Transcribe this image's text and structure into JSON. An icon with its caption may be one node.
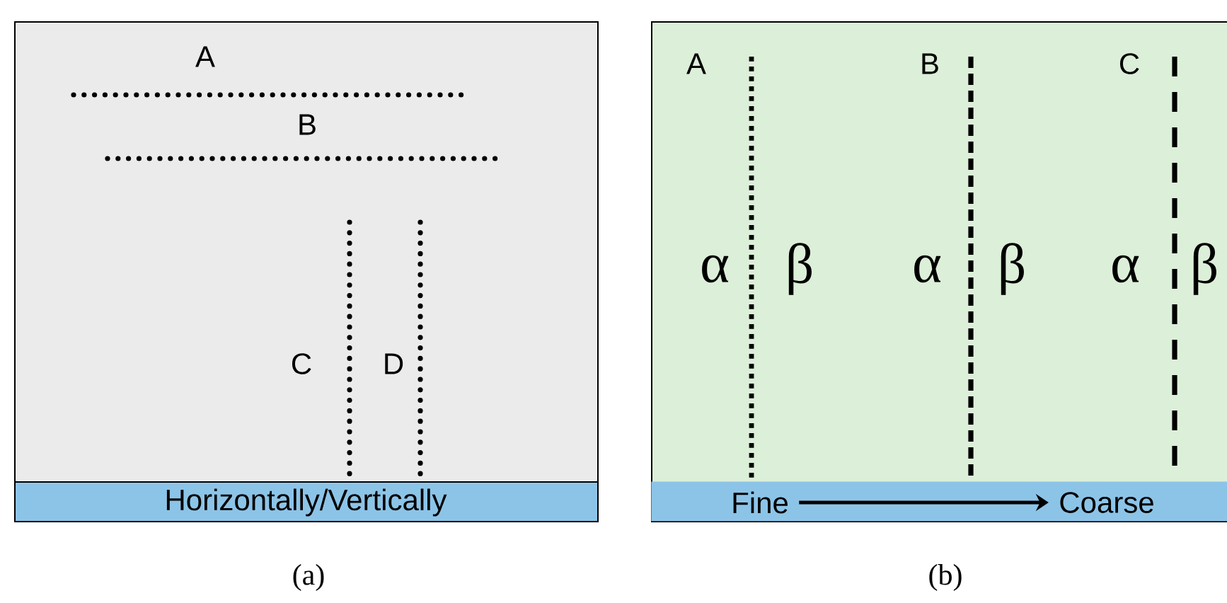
{
  "diagram": {
    "nodes": [
      {
        "text": [
          "A",
          "B",
          "C",
          "D"
        ]
      },
      {
        "text": [
          "Horizontally/Vertically"
        ],
        "in": 0
      },
      {
        "text": [
          "A",
          "B",
          "C",
          "α",
          "β",
          "α",
          "β",
          "α",
          "β"
        ]
      },
      {
        "text": [],
        "shape": "bar",
        "in": 2
      },
      {
        "text": [
          "Fine"
        ],
        "in": 3
      },
      {
        "text": [
          "Coarse"
        ],
        "in": 3
      }
    ],
    "edges": [
      {
        "from": 4,
        "to": 5,
        "arrow": "to"
      }
    ],
    "labels": [
      "(a)",
      "(b)"
    ]
  }
}
